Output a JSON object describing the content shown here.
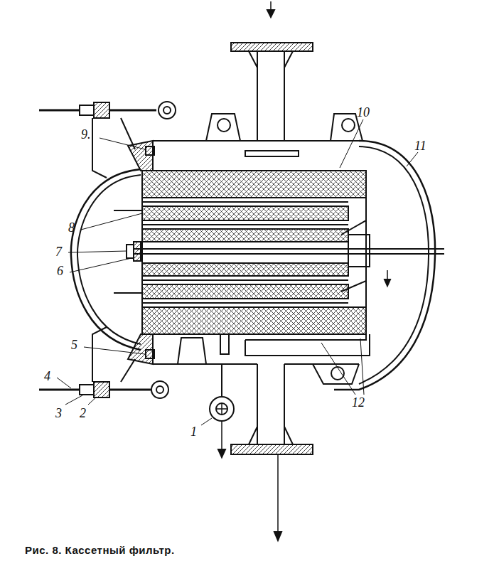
{
  "diagram": {
    "caption": "Рис. 8. Кассетный фильтр.",
    "labels": [
      "10",
      "11",
      "9.",
      "8",
      "7",
      "6",
      "5",
      "4",
      "3",
      "2",
      "1",
      "12"
    ]
  }
}
